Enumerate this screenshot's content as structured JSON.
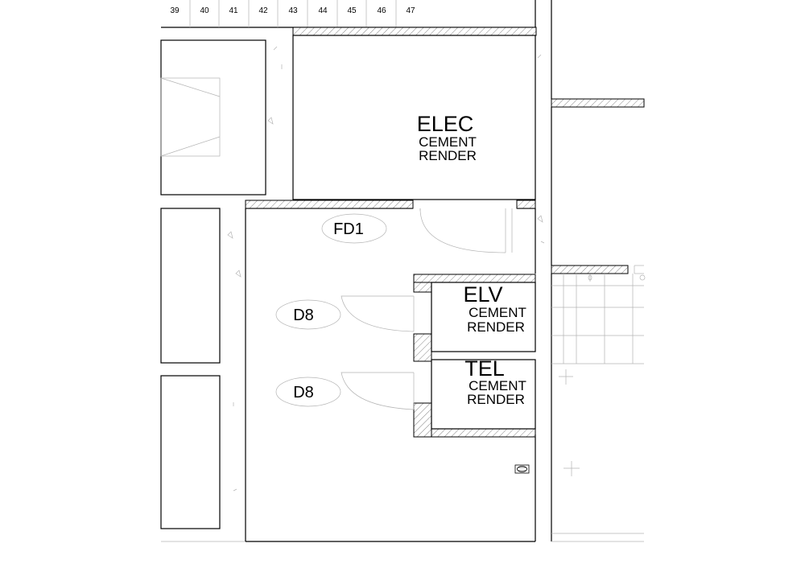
{
  "floor_plan": {
    "column_numbers": [
      "39",
      "40",
      "41",
      "42",
      "43",
      "44",
      "45",
      "46",
      "47"
    ],
    "rooms": [
      {
        "id": "elec",
        "name": "ELEC",
        "finish_line1": "CEMENT",
        "finish_line2": "RENDER"
      },
      {
        "id": "elv",
        "name": "ELV",
        "finish_line1": "CEMENT",
        "finish_line2": "RENDER"
      },
      {
        "id": "tel",
        "name": "TEL",
        "finish_line1": "CEMENT",
        "finish_line2": "RENDER"
      }
    ],
    "door_tags": [
      "FD1",
      "D8",
      "D8"
    ]
  }
}
